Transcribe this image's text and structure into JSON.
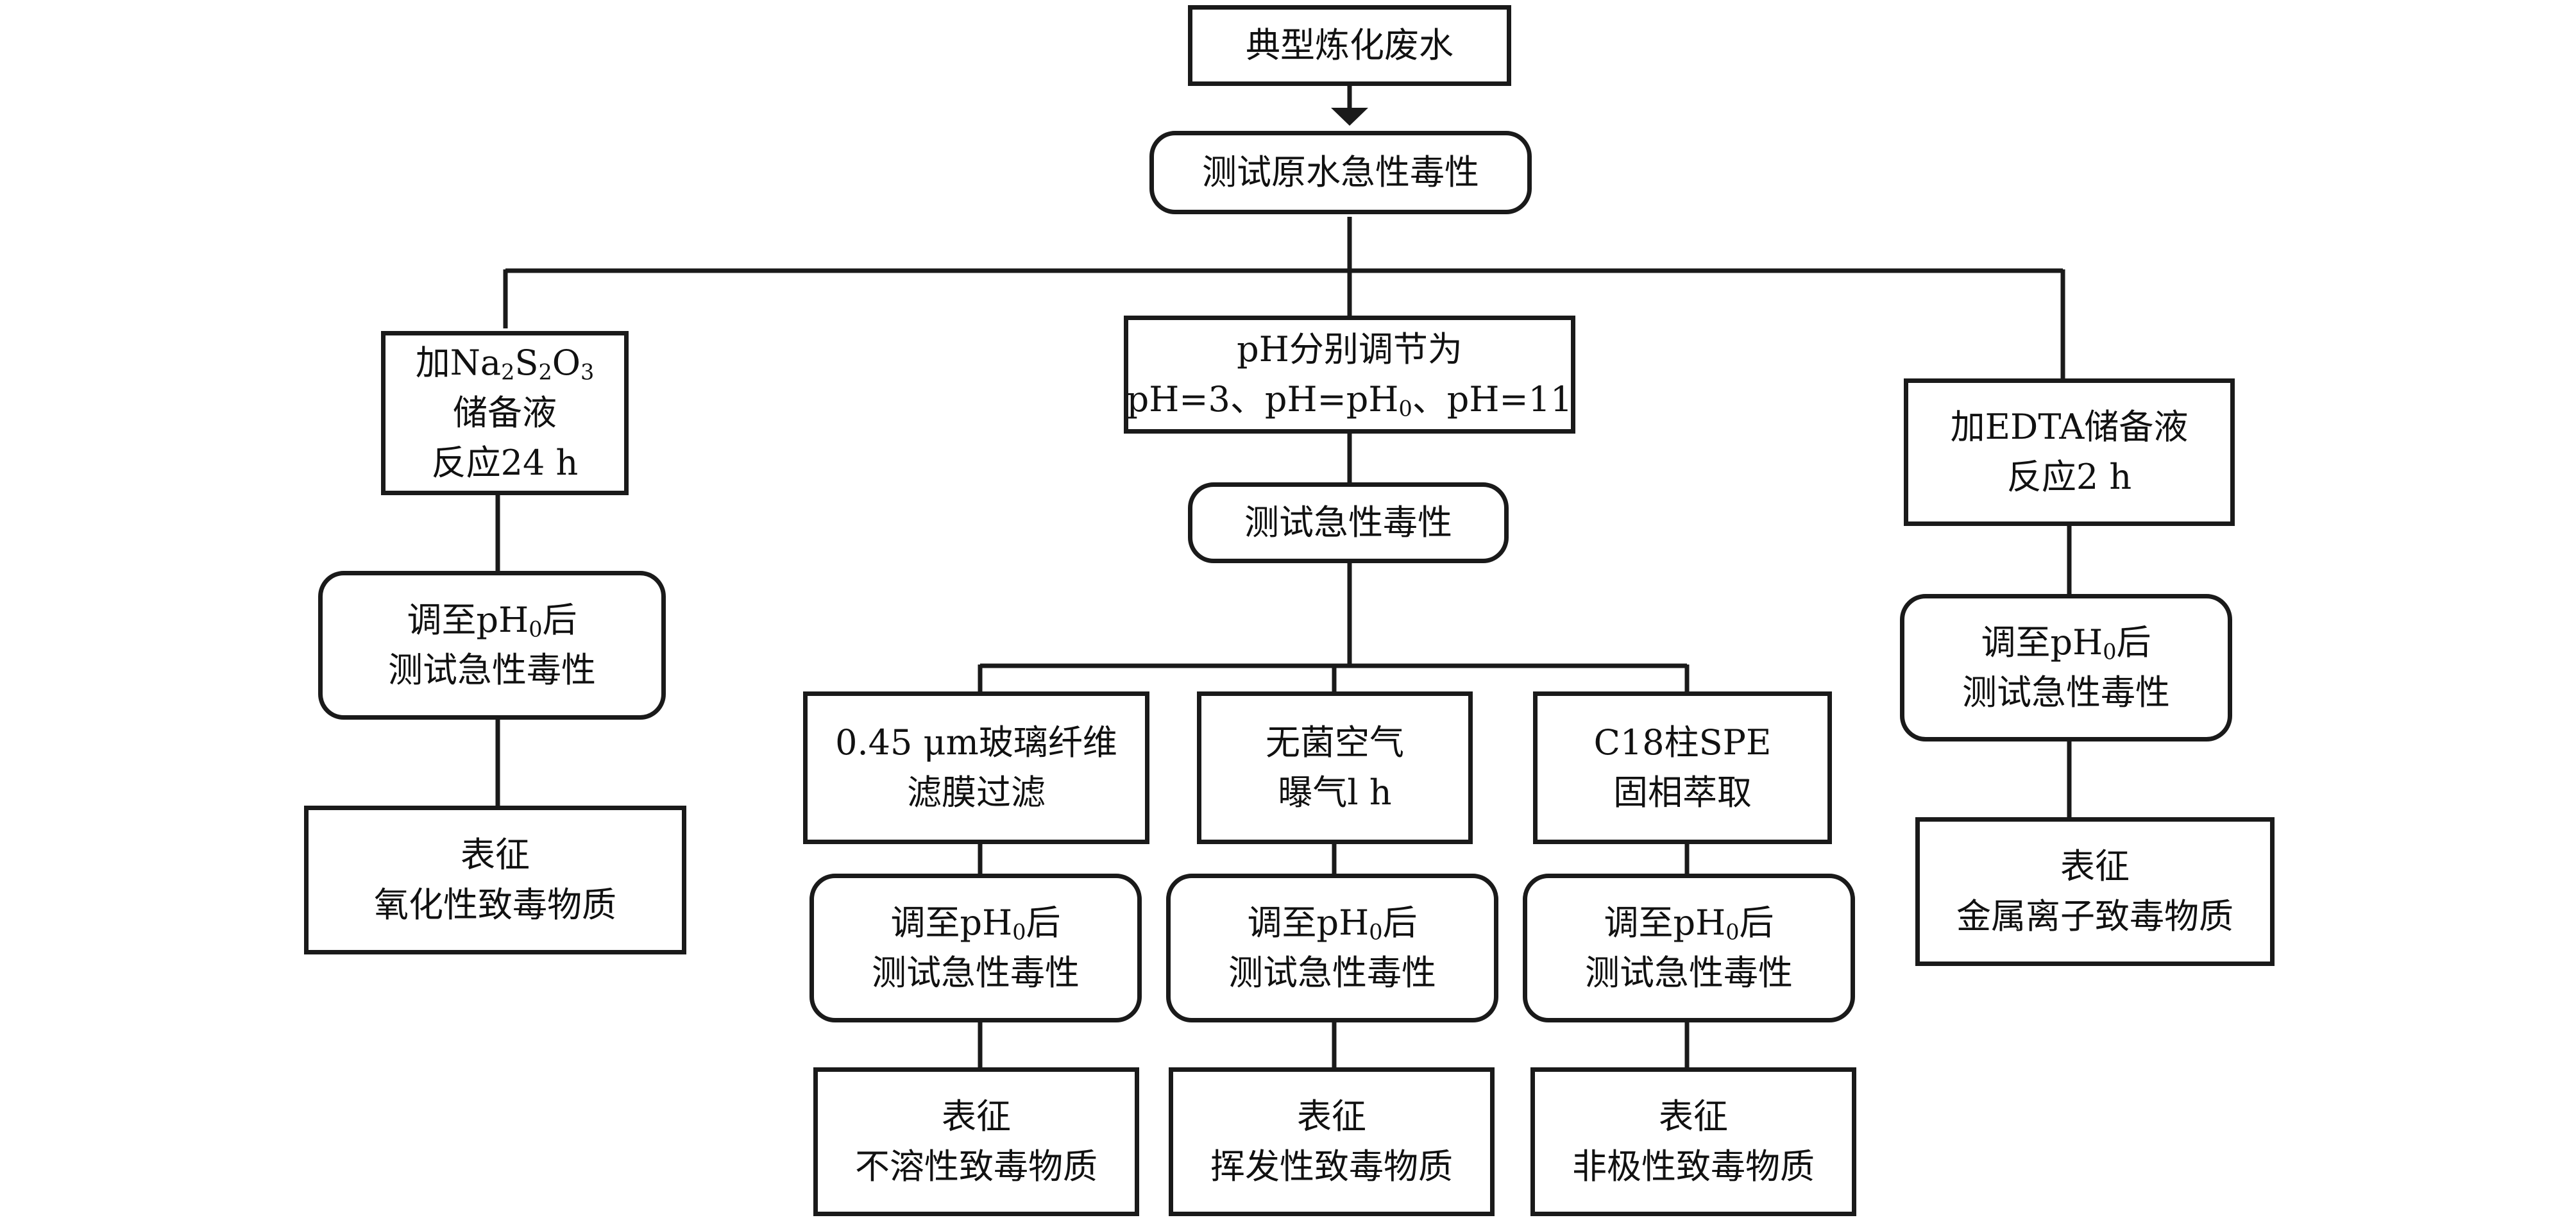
{
  "diagram": {
    "root": {
      "line1": "典型炼化废水"
    },
    "raw_test": {
      "line1": "测试原水急性毒性"
    },
    "left": {
      "step1": {
        "prefix": "加Na",
        "sub1": "2",
        "s": "S",
        "sub2": "2",
        "o": "O",
        "sub3": "3",
        "line2": "储备液",
        "line3": "反应24 h"
      },
      "step2": {
        "pre": "调至pH",
        "sub": "0",
        "post": "后",
        "line2": "测试急性毒性"
      },
      "result": {
        "line1": "表征",
        "line2": "氧化性致毒物质"
      }
    },
    "center": {
      "ph_adjust": {
        "line1": "pH分别调节为",
        "l2a": "pH=3、pH=pH",
        "l2sub": "0",
        "l2b": "、pH=11"
      },
      "test": {
        "line1": "测试急性毒性"
      },
      "branches": [
        {
          "step1": {
            "line1": "0.45 μm玻璃纤维",
            "line2": "滤膜过滤"
          },
          "step2": {
            "pre": "调至pH",
            "sub": "0",
            "post": "后",
            "line2": "测试急性毒性"
          },
          "result": {
            "line1": "表征",
            "line2": "不溶性致毒物质"
          }
        },
        {
          "step1": {
            "line1": "无菌空气",
            "line2": "曝气l h"
          },
          "step2": {
            "pre": "调至pH",
            "sub": "0",
            "post": "后",
            "line2": "测试急性毒性"
          },
          "result": {
            "line1": "表征",
            "line2": "挥发性致毒物质"
          }
        },
        {
          "step1": {
            "line1": "C18柱SPE",
            "line2": "固相萃取"
          },
          "step2": {
            "pre": "调至pH",
            "sub": "0",
            "post": "后",
            "line2": "测试急性毒性"
          },
          "result": {
            "line1": "表征",
            "line2": "非极性致毒物质"
          }
        }
      ]
    },
    "right": {
      "step1": {
        "line1": "加EDTA储备液",
        "line2": "反应2 h"
      },
      "step2": {
        "pre": "调至pH",
        "sub": "0",
        "post": "后",
        "line2": "测试急性毒性"
      },
      "result": {
        "line1": "表征",
        "line2": "金属离子致毒物质"
      }
    }
  }
}
